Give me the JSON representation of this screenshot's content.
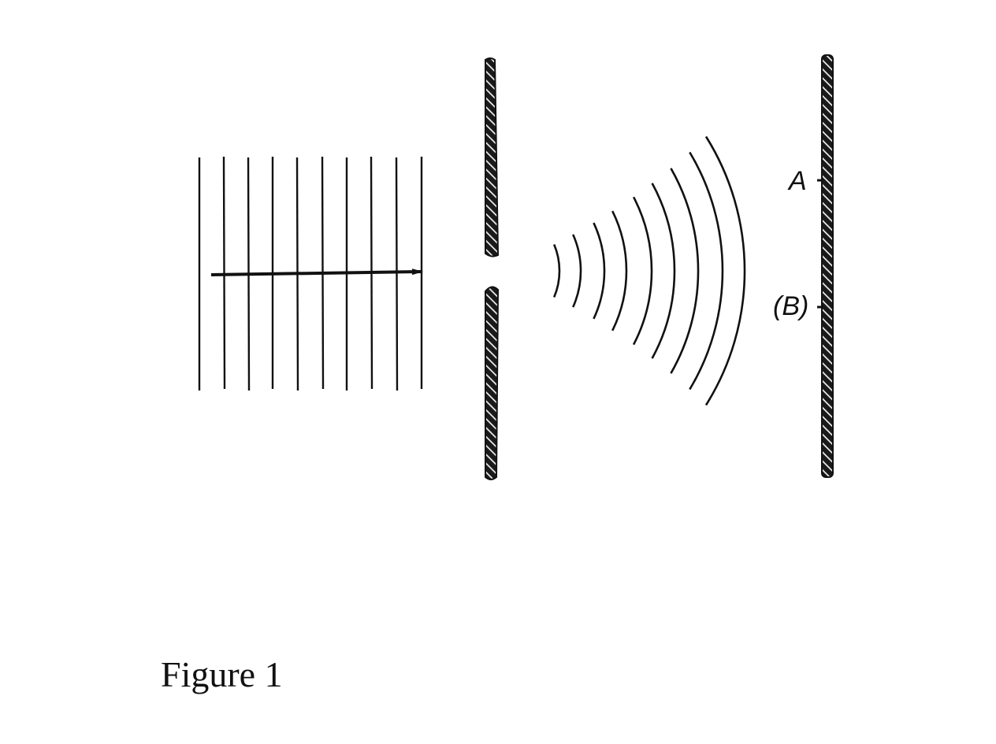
{
  "figure": {
    "caption": "Figure 1",
    "point_a_label": "A",
    "point_b_label": "(B)",
    "colors": {
      "ink": "#111111",
      "barrier_fill": "#1a1a1a",
      "barrier_hatch": "#ffffff",
      "background": "#ffffff"
    }
  }
}
